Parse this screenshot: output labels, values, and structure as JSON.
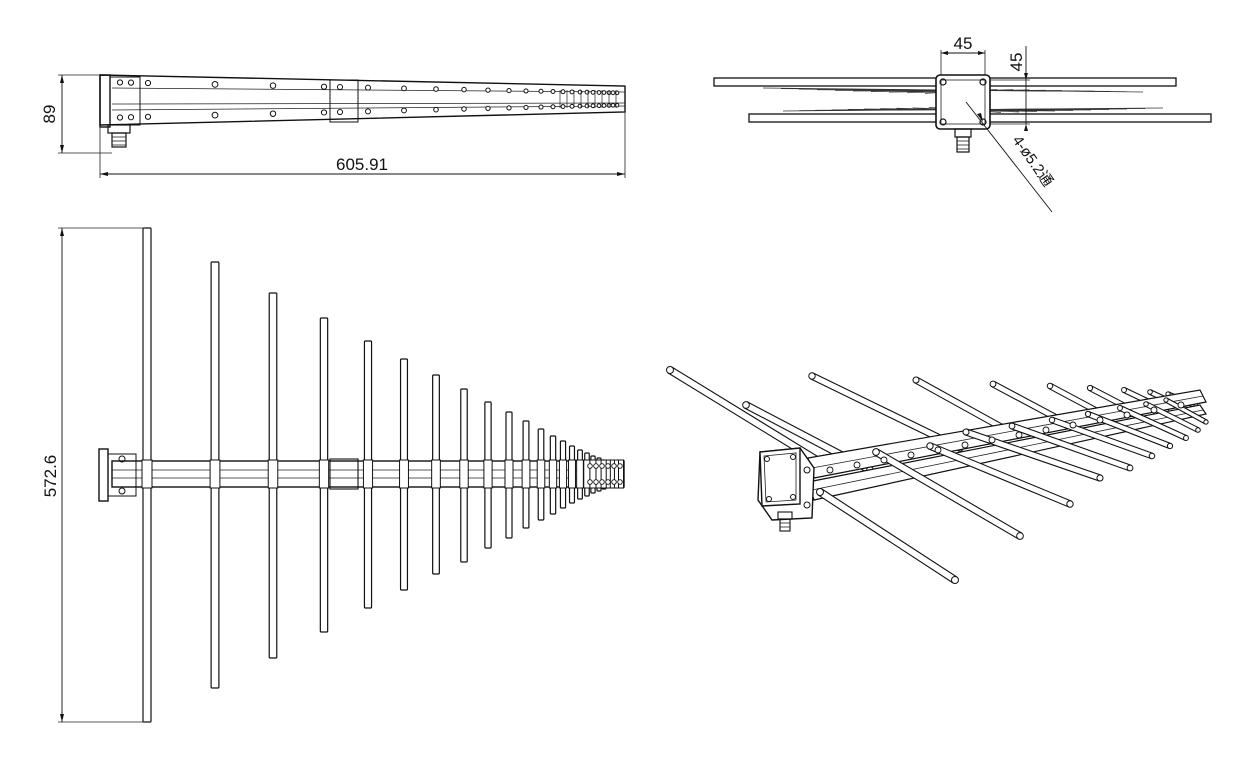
{
  "drawing": {
    "side_view": {
      "height_dim": "89",
      "length_dim": "605.91"
    },
    "front_view": {
      "flange_width_dim": "45",
      "flange_height_dim": "45",
      "hole_note": "4-ø5.2通"
    },
    "top_view": {
      "span_dim": "572.6"
    },
    "isometric_view": {}
  }
}
